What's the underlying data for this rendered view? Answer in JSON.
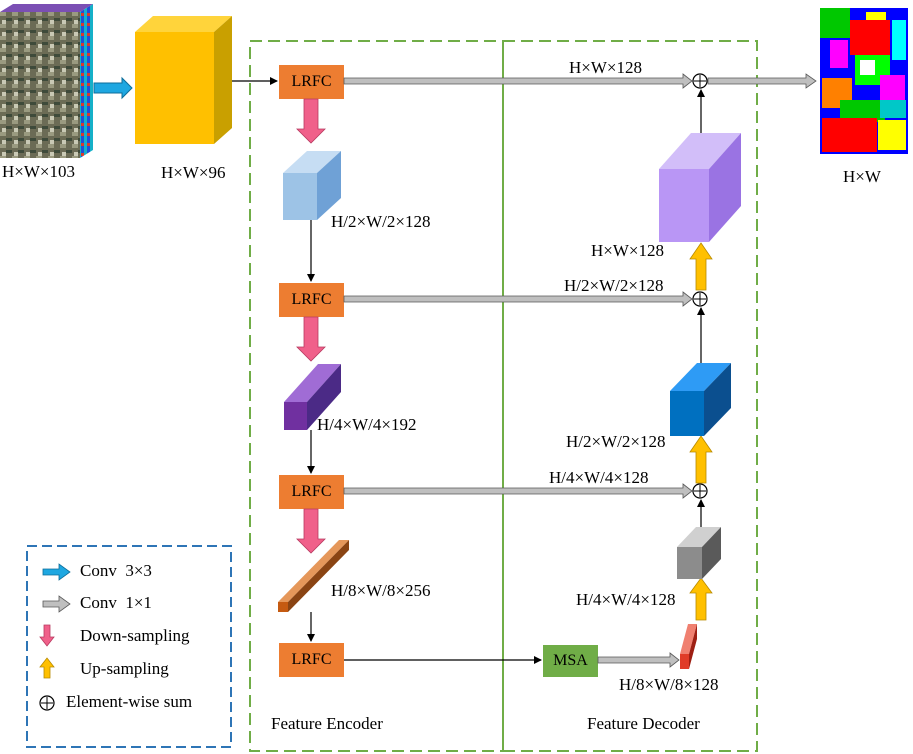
{
  "input": {
    "size_label": "H×W×103"
  },
  "stem": {
    "size_label": "H×W×96"
  },
  "output": {
    "size_label": "H×W"
  },
  "encoder": {
    "title": "Feature Encoder",
    "block_label": "LRFC",
    "features": [
      "H/2×W/2×128",
      "H/4×W/4×192",
      "H/8×W/8×256"
    ]
  },
  "skips": [
    "H×W×128",
    "H/2×W/2×128",
    "H/4×W/4×128"
  ],
  "decoder": {
    "title": "Feature Decoder",
    "msa_label": "MSA",
    "features": [
      "H/8×W/8×128",
      "H/4×W/4×128",
      "H/2×W/2×128",
      "H×W×128"
    ]
  },
  "legend": {
    "items": [
      {
        "icon": "cyan-arrow-icon",
        "label": "Conv  3×3"
      },
      {
        "icon": "gray-arrow-icon",
        "label": "Conv  1×1"
      },
      {
        "icon": "pink-down-arrow-icon",
        "label": "Down-sampling"
      },
      {
        "icon": "yellow-up-arrow-icon",
        "label": "Up-sampling"
      },
      {
        "icon": "circle-plus-icon",
        "label": "Element-wise sum"
      }
    ]
  },
  "colors": {
    "lrfc": "#ED7D31",
    "msa": "#70AD47",
    "stem_cube": "#FFC000",
    "encoder_border": "#70AD47",
    "legend_border": "#2E75B6",
    "conv3": "#1EA7E1",
    "conv1": "#A6A6A6",
    "down": "#F0608A",
    "up": "#FFC000"
  }
}
